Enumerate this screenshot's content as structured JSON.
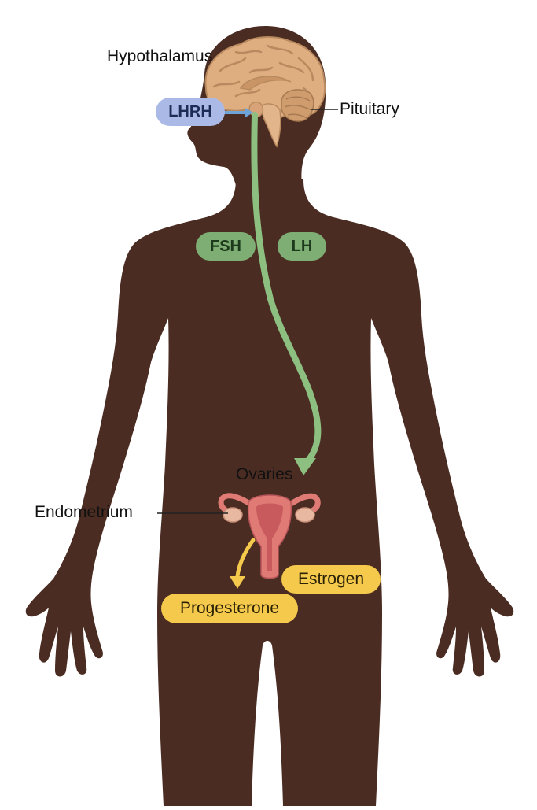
{
  "labels": {
    "hypothalamus": "Hypothalamus",
    "pituitary": "Pituitary",
    "ovaries": "Ovaries",
    "endometrium": "Endometrium"
  },
  "hormones": {
    "lhrh": "LHRH",
    "fsh": "FSH",
    "lh": "LH",
    "estrogen": "Estrogen",
    "progesterone": "Progesterone"
  },
  "colors": {
    "skin": "#4a2c22",
    "brain": "#dfae80",
    "lhrh_pill": "#aab9e6",
    "lhrh_arrow": "#6fa4d8",
    "green_pill": "#7fae74",
    "green_arrow": "#8dbf80",
    "uterus": "#e07a74",
    "uterus_inner": "#c85a5e",
    "ovary": "#e8b9a0",
    "yellow": "#f5c94c"
  }
}
